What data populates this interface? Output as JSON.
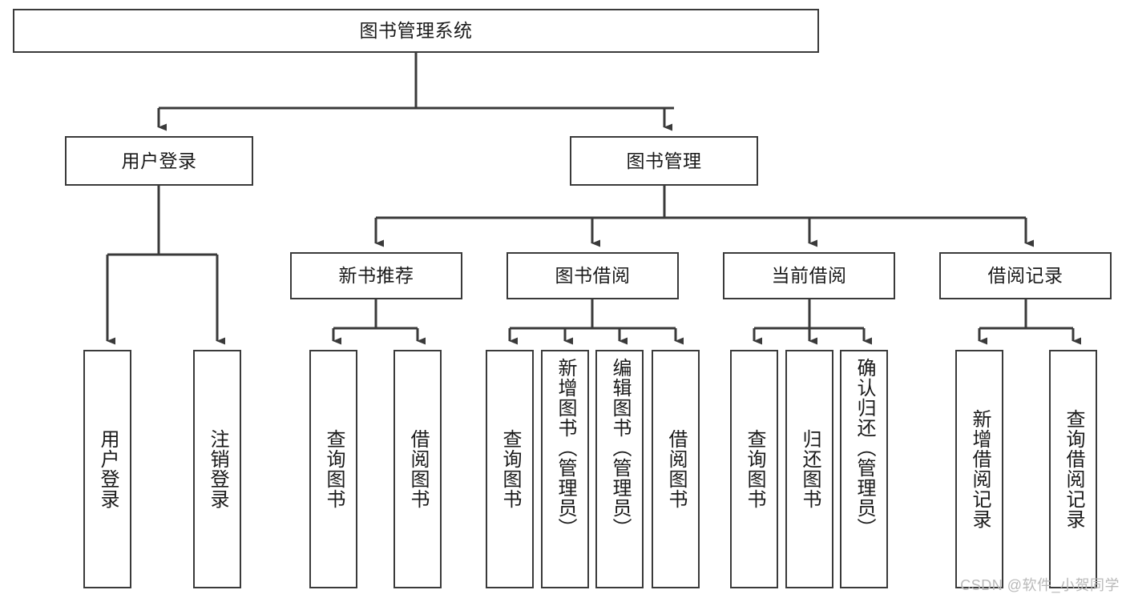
{
  "diagram": {
    "title": "图书管理系统",
    "type": "tree-hierarchy-chart",
    "watermark": "CSDN @软件_小贺同学",
    "colors": {
      "box_border": "#3a3a3a",
      "box_fill": "#ffffff",
      "line": "#3a3a3a",
      "text": "#1a1a1a",
      "watermark": "#b9b9b9",
      "background": "#ffffff"
    },
    "root": {
      "label": "图书管理系统"
    },
    "level2": [
      {
        "label": "用户登录"
      },
      {
        "label": "图书管理"
      }
    ],
    "level3": [
      {
        "label": "新书推荐"
      },
      {
        "label": "图书借阅"
      },
      {
        "label": "当前借阅"
      },
      {
        "label": "借阅记录"
      }
    ],
    "leaves": {
      "user_login": [
        {
          "label": "用户登录"
        },
        {
          "label": "注销登录"
        }
      ],
      "new_book_recommend": [
        {
          "label": "查询图书"
        },
        {
          "label": "借阅图书"
        }
      ],
      "book_borrow": [
        {
          "label": "查询图书"
        },
        {
          "label": "新增图书（管理员）"
        },
        {
          "label": "编辑图书（管理员）"
        },
        {
          "label": "借阅图书"
        }
      ],
      "current_borrow": [
        {
          "label": "查询图书"
        },
        {
          "label": "归还图书"
        },
        {
          "label": "确认归还（管理员）"
        }
      ],
      "borrow_records": [
        {
          "label": "新增借阅记录"
        },
        {
          "label": "查询借阅记录"
        }
      ]
    }
  }
}
